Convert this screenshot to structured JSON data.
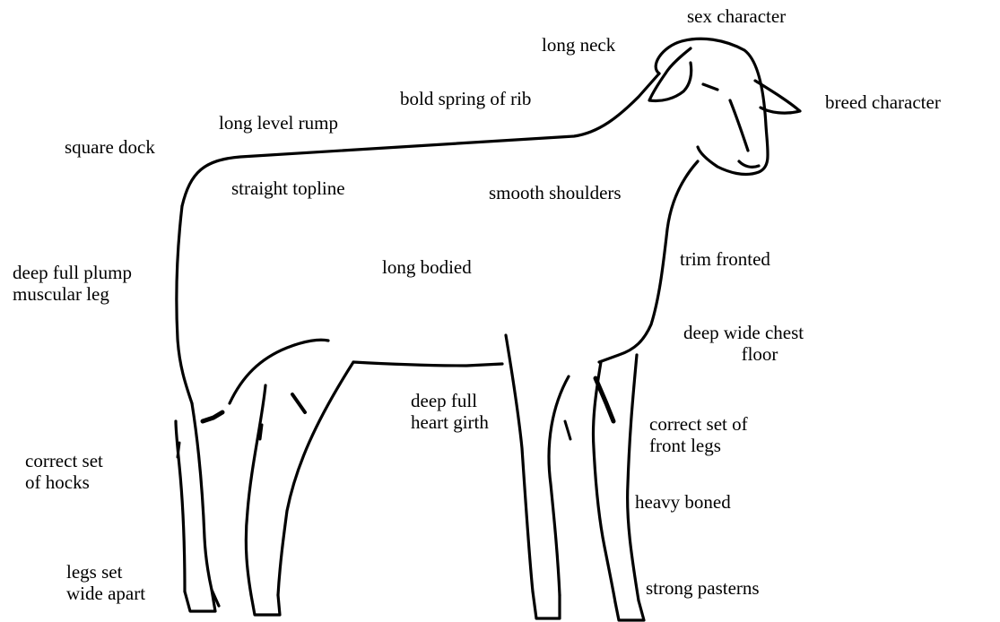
{
  "diagram": {
    "labels": {
      "sex_character": "sex character",
      "long_neck": "long neck",
      "breed_character": "breed character",
      "bold_spring_of_rib": "bold spring of rib",
      "long_level_rump": "long level rump",
      "square_dock": "square dock",
      "straight_topline": "straight topline",
      "smooth_shoulders": "smooth shoulders",
      "deep_full_plump_muscular_leg": [
        "deep full plump",
        "muscular leg"
      ],
      "long_bodied": "long bodied",
      "trim_fronted": "trim fronted",
      "deep_wide_chest_floor": [
        "deep wide chest",
        "floor"
      ],
      "deep_full_heart_girth": [
        "deep full",
        "heart girth"
      ],
      "correct_set_of_front_legs": [
        "correct set of",
        "front legs"
      ],
      "correct_set_of_hocks": [
        "correct set",
        "of hocks"
      ],
      "heavy_boned": "heavy boned",
      "legs_set_wide_apart": [
        "legs set",
        "wide apart"
      ],
      "strong_pasterns": "strong pasterns"
    },
    "colors": {
      "line": "#000000",
      "background": "#ffffff"
    }
  }
}
